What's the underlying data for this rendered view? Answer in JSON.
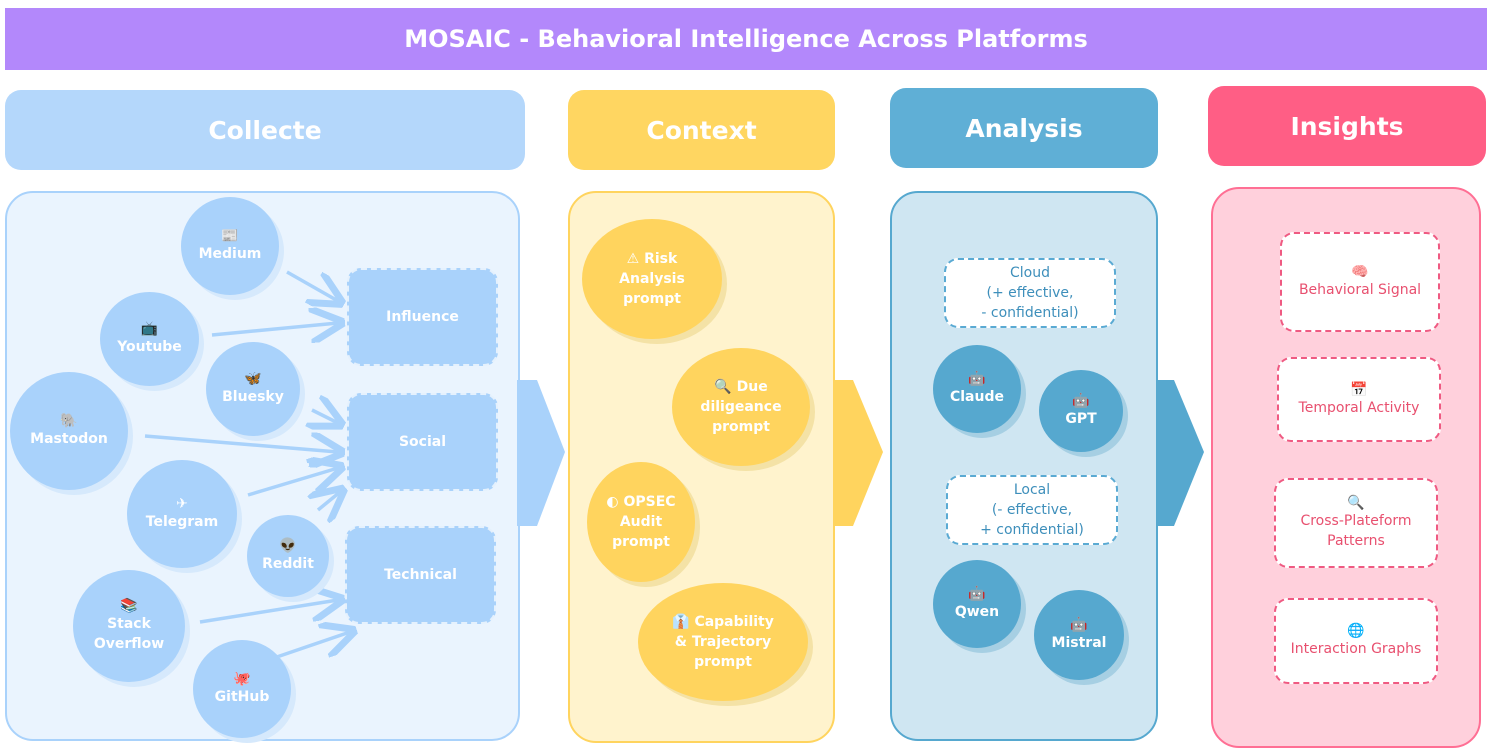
{
  "title": "MOSAIC - Behavioral Intelligence Across Platforms",
  "stages": {
    "collect": "Collecte",
    "context": "Context",
    "analysis": "Analysis",
    "insights": "Insights"
  },
  "colors": {
    "title": "#b388fb",
    "collect": "#a9d2fb",
    "context": "#ffd45e",
    "analysis": "#56a8cf",
    "insights": "#ff5e85"
  },
  "sources": {
    "medium": {
      "label": "Medium",
      "icon": "newspaper-icon"
    },
    "youtube": {
      "label": "Youtube",
      "icon": "tv-icon"
    },
    "bluesky": {
      "label": "Bluesky",
      "icon": "butterfly-icon"
    },
    "mastodon": {
      "label": "Mastodon",
      "icon": "elephant-icon"
    },
    "telegram": {
      "label": "Telegram",
      "icon": "plane-icon"
    },
    "reddit": {
      "label": "Reddit",
      "icon": "alien-icon"
    },
    "stackoverflow": {
      "label": "Stack\nOverflow",
      "icon": "books-icon"
    },
    "github": {
      "label": "GitHub",
      "icon": "octopus-icon"
    }
  },
  "categories": {
    "influence": "Influence",
    "social": "Social",
    "technical": "Technical"
  },
  "prompts": {
    "risk": {
      "label": "Risk\nAnalysis\nprompt",
      "icon": "warning-icon"
    },
    "due": {
      "label": "Due\ndiligeance\nprompt",
      "icon": "magnifier-icon"
    },
    "opsec": {
      "label": "OPSEC\nAudit\nprompt",
      "icon": "shield-icon"
    },
    "capability": {
      "label": "Capability\n& Trajectory\nprompt",
      "icon": "suit-icon"
    }
  },
  "analysis": {
    "cloud": "Cloud\n(+ effective,\n- confidential)",
    "local": "Local\n(- effective,\n+ confidential)",
    "models": {
      "claude": "Claude",
      "gpt": "GPT",
      "qwen": "Qwen",
      "mistral": "Mistral"
    }
  },
  "insights": {
    "behavioral": {
      "label": "Behavioral Signal",
      "icon": "brain-icon"
    },
    "temporal": {
      "label": "Temporal Activity",
      "icon": "calendar-icon"
    },
    "cross": {
      "label": "Cross-Plateform\nPatterns",
      "icon": "magnifier-icon"
    },
    "graphs": {
      "label": "Interaction Graphs",
      "icon": "globe-icon"
    }
  }
}
